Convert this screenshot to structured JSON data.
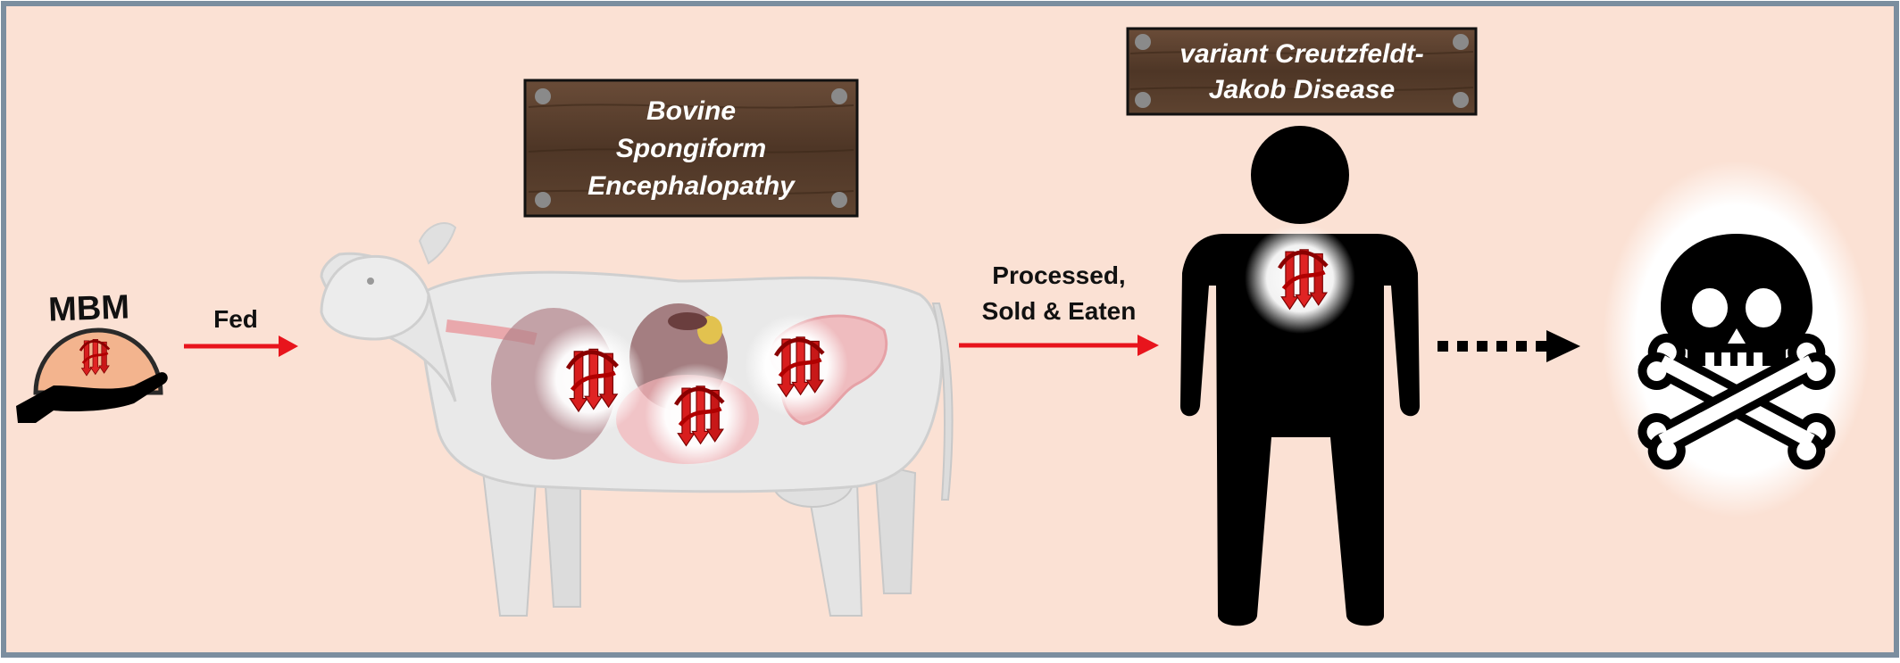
{
  "mbm_label": "MBM",
  "arrow_labels": {
    "fed": "Fed",
    "processed_line1": "Processed,",
    "processed_line2": "Sold & Eaten"
  },
  "signs": {
    "bse_line1": "Bovine",
    "bse_line2": "Spongiform",
    "bse_line3": "Encephalopathy",
    "vcjd_line1": "variant Creutzfeldt-",
    "vcjd_line2": "Jakob Disease"
  },
  "colors": {
    "background": "#fbe1d4",
    "frame": "#7b8e9f",
    "arrow": "#e8141c",
    "prion": "#d81e1e",
    "sign_wood": "#5a4030",
    "cow_body": "#e6e6e6",
    "human": "#000000"
  },
  "icons": [
    "hand-icon",
    "cow-icon",
    "human-silhouette-icon",
    "skull-crossbones-icon",
    "prion-protein-icon"
  ]
}
